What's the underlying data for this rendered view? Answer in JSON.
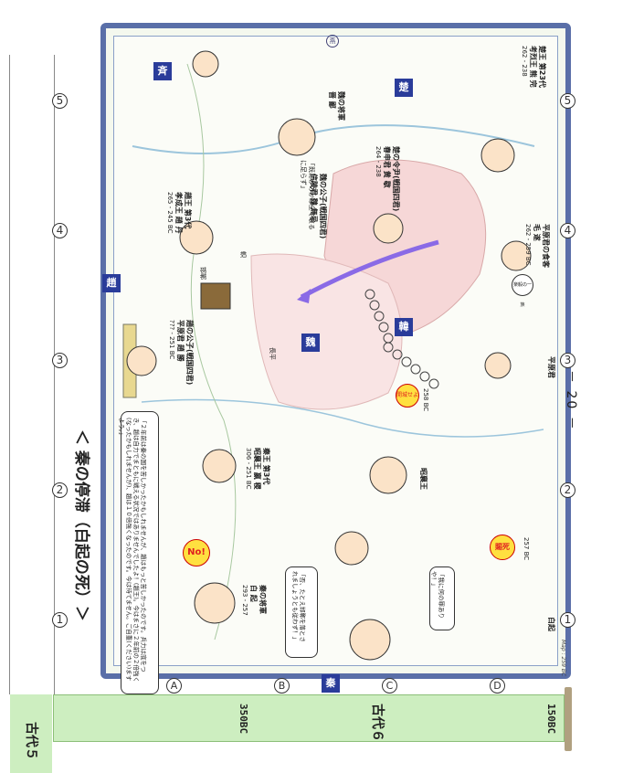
{
  "title": "＜ 秦の停滞（白起の死）＞",
  "page_number": "－ 20 －",
  "map_tag": "Map : 259 BC",
  "grid_numbers": [
    "1",
    "2",
    "3",
    "4",
    "5"
  ],
  "grid_letters": [
    "A",
    "B",
    "C",
    "D"
  ],
  "timeline": {
    "era_top": "古代５",
    "era_main": "古代６",
    "start": "350BC",
    "end": "150BC"
  },
  "countries": {
    "qin": "秦",
    "zhao": "趙",
    "wei": "魏",
    "han": "韓",
    "qi": "斉",
    "chu": "楚",
    "yan": "燕"
  },
  "places": {
    "handan": "邯鄲",
    "changping": "長平",
    "zhi": "軹"
  },
  "intro_text": "「２年前は秦の国を苦しかったかもしれませんが、趙はもっと苦しかったのです。兵力は底をつき、趙は自力でまともに戦える状況ではありませんでしたよ！(趙王)。今はまさに２年前の２倍強く(なったかもしれませんが)、趙は１０倍強くなったのです。今は待てません。ご自重(ください)ますよう。」",
  "fate_badge": "賜死",
  "fate_year": "257 BC",
  "death_badge": "No!",
  "open_badge": "開城せよ",
  "open_year": "258 BC",
  "quote_left": "「既にかのかは全て取るに足らず」",
  "quote_mid": "「否、たとえ邯鄲を落とされましょうとも従わず！」",
  "quote_bottom": "「我に何の罪ありや！」",
  "people": [
    {
      "role": "秦の将軍",
      "name": "白 起",
      "years": "293 - 257"
    },
    {
      "role": "秦王 第3代",
      "name": "昭襄王 嬴 稷",
      "years": "306 - 251 BC"
    },
    {
      "role": "趙の公子(戦国四君)",
      "name": "平原君 趙 勝",
      "years": "??? - 251 BC"
    },
    {
      "role": "趙王 第3代",
      "name": "孝成王 趙 丹",
      "years": "265 - 245 BC"
    },
    {
      "role": "魏の公子(戦国四君)",
      "name": "信陵君 魏 無忌",
      "years": ""
    },
    {
      "role": "楚の令尹(戦国四君)",
      "name": "春申君 黄 歇",
      "years": "264 - 238"
    },
    {
      "role": "楚王 第23代",
      "name": "考烈王 熊 完",
      "years": "262 - 238"
    },
    {
      "role": "平原君の食客",
      "name": "毛 遂",
      "years": "262 - 259 BC"
    },
    {
      "role": "魏の将軍",
      "name": "晋 鄙",
      "years": ""
    },
    {
      "role": "",
      "name": "昭襄王",
      "years": ""
    },
    {
      "role": "",
      "name": "白起",
      "years": ""
    },
    {
      "role": "",
      "name": "平原君",
      "years": ""
    }
  ],
  "extra_tag": "楽毅の一族",
  "colors": {
    "frame": "#5a6fa8",
    "territory": "#f6d7d7",
    "era_bar": "#cdeec0",
    "arrow": "#8a6ae6",
    "badge_red": "#e02020"
  }
}
